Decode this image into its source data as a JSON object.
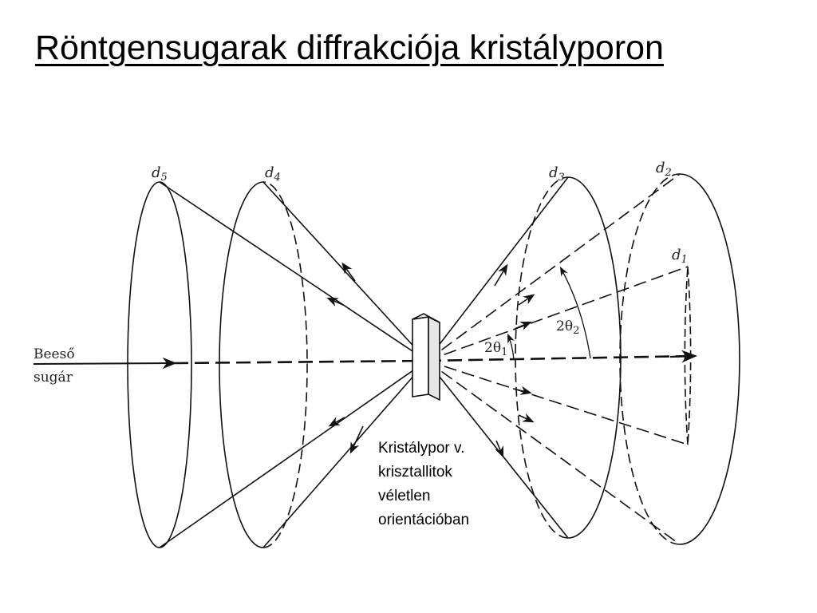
{
  "title": "Röntgensugarak diffrakciója kristályporon",
  "diagram": {
    "cone_labels": {
      "d5": {
        "base": "d",
        "sub": "5"
      },
      "d4": {
        "base": "d",
        "sub": "4"
      },
      "d3": {
        "base": "d",
        "sub": "3"
      },
      "d2": {
        "base": "d",
        "sub": "2"
      },
      "d1": {
        "base": "d",
        "sub": "1"
      }
    },
    "incident_beam": [
      "Beeső",
      "sugár"
    ],
    "angle_labels": {
      "theta1": {
        "base": "2θ",
        "sub": "1"
      },
      "theta2": {
        "base": "2θ",
        "sub": "2"
      }
    },
    "sample_caption": [
      "Kristálypor v.",
      "krisztallitok",
      "véletlen",
      "orientációban"
    ]
  }
}
